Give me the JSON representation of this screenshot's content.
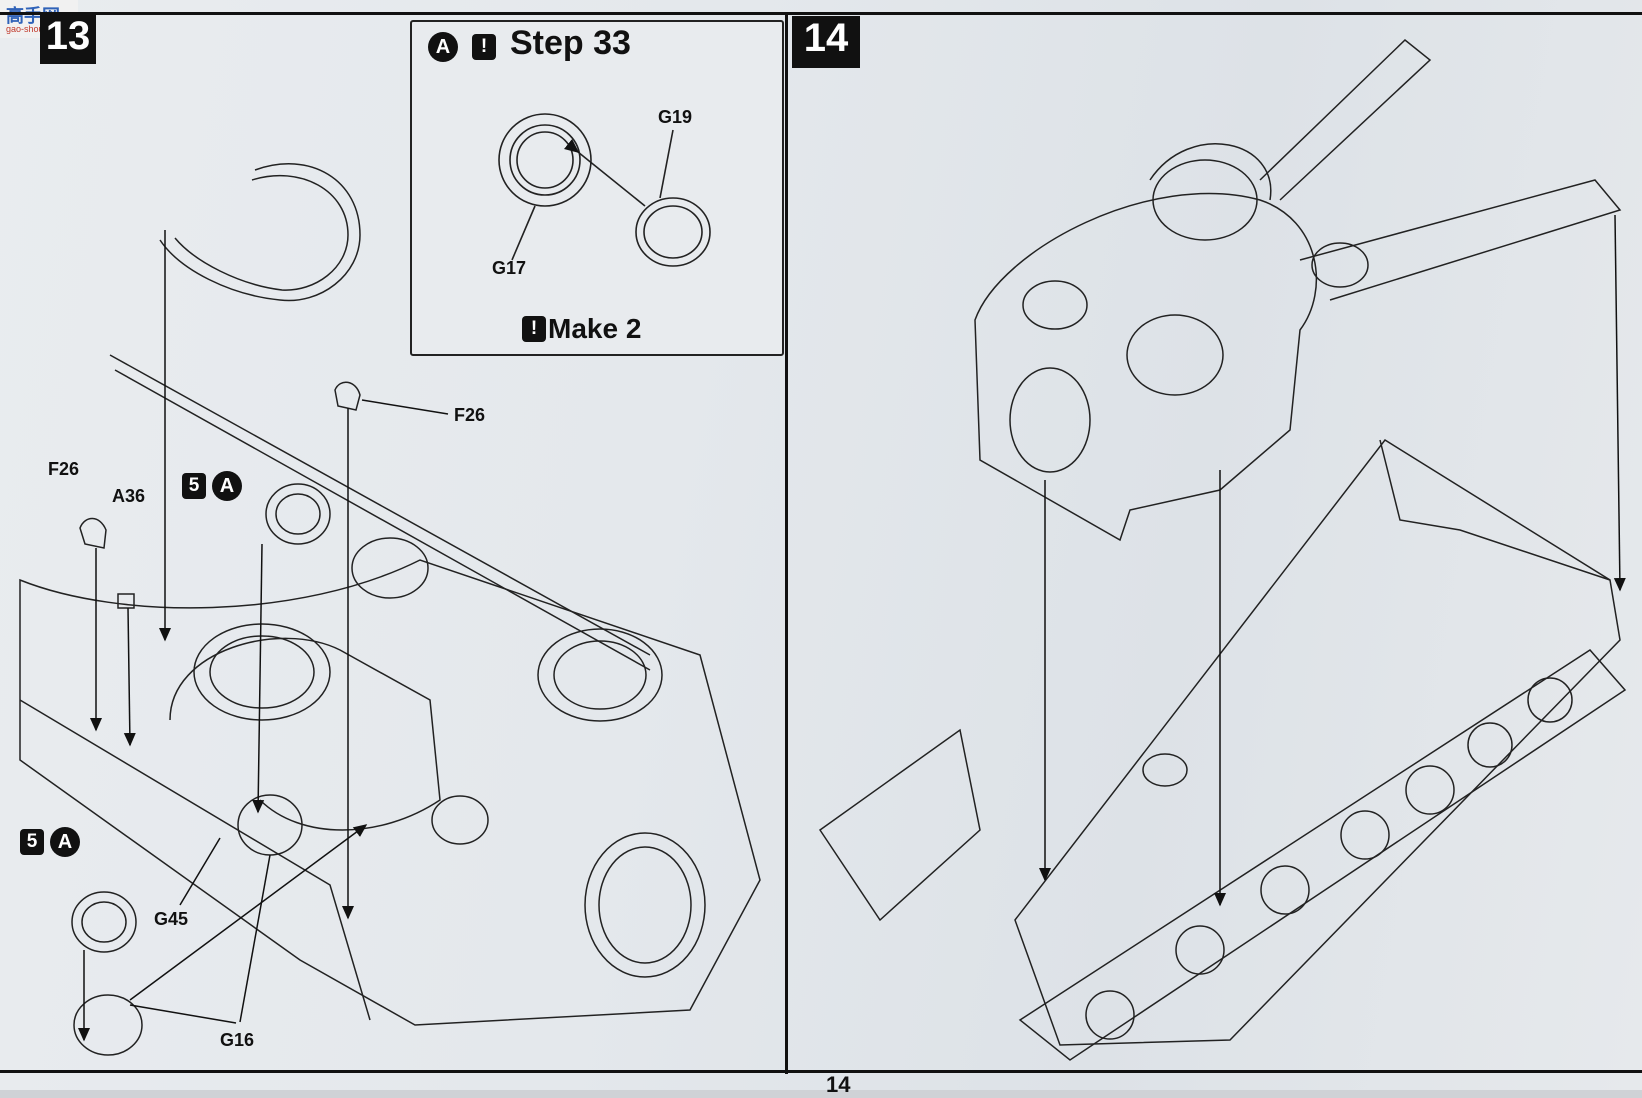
{
  "watermark": {
    "text": "高手网",
    "sub": "gao-shou.net"
  },
  "page_number": "14",
  "left_step": {
    "number": "13",
    "inset": {
      "icon_a": "A",
      "icon_warn": "!",
      "title": "Step 33",
      "parts": [
        "G19",
        "G17"
      ],
      "make_icon": "!",
      "make_text": "Make 2"
    },
    "labels": {
      "f26_top": "F26",
      "f26_left": "F26",
      "a36": "A36",
      "g45": "G45",
      "g16": "G16"
    },
    "icons": {
      "step_s_1": "5",
      "step_a_1": "A",
      "step_s_2": "5",
      "step_a_2": "A"
    }
  },
  "right_step": {
    "number": "14"
  },
  "colors": {
    "ink": "#111111",
    "paper": "#e6e9ec"
  }
}
